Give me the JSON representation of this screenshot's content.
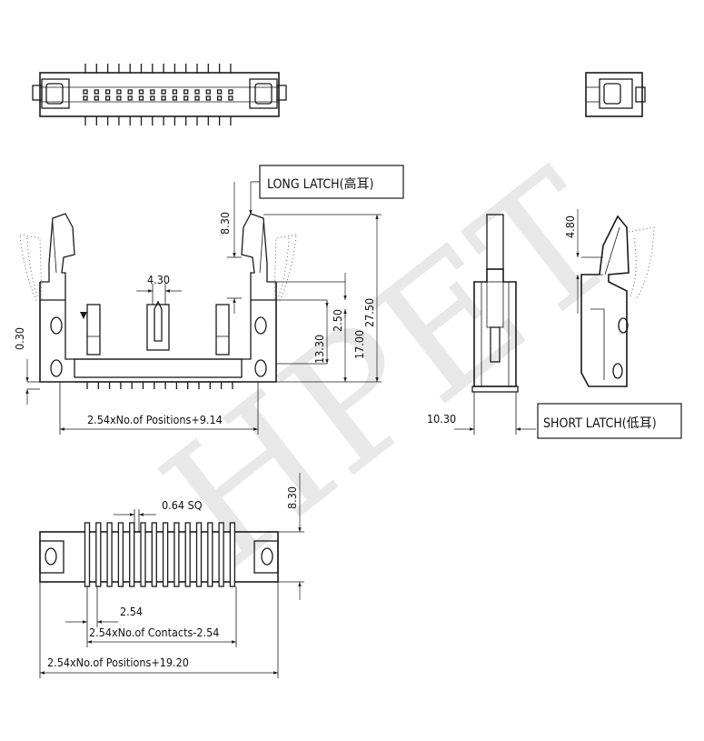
{
  "watermark": "HPET",
  "labels": {
    "long_latch": "LONG LATCH(高耳)",
    "short_latch": "SHORT LATCH(低耳)",
    "dim_830_top": "8.30",
    "dim_430": "4.30",
    "dim_030": "0.30",
    "dim_250": "2.50",
    "dim_1330": "13.30",
    "dim_1700": "17.00",
    "dim_2750": "27.50",
    "dim_positions_914": "2.54xNo.of Positions+9.14",
    "dim_480": "4.80",
    "dim_1030": "10.30",
    "dim_064sq": "0.64 SQ",
    "dim_830_bottom": "8.30",
    "dim_254": "2.54",
    "dim_contacts": "2.54xNo.of Contacts-2.54",
    "dim_positions_1920": "2.54xNo.of Positions+19.20"
  }
}
